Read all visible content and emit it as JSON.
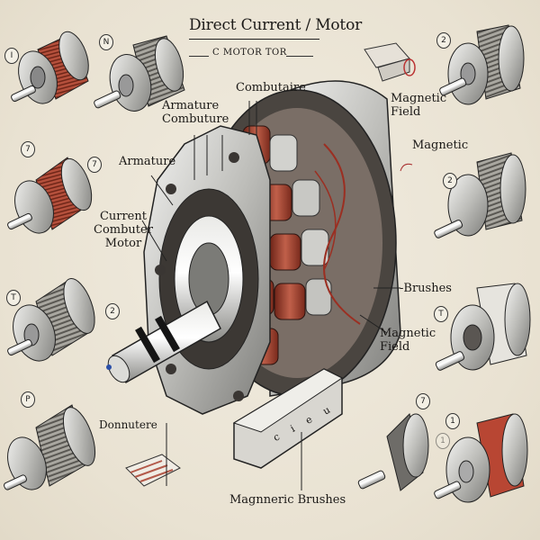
{
  "diagram": {
    "title": "Direct Current / Motor",
    "subtitle": "C MOTOR  TOR",
    "labels": {
      "armature_combuture": [
        "Armature",
        "Combuture"
      ],
      "combutaire": "Combutaire",
      "armature_left": "Armature",
      "current_combuter_motor": [
        "Current",
        "Combuter",
        "Motor"
      ],
      "magnetic_field_top": [
        "Magnetic",
        "Field"
      ],
      "magnetic": "Magnetic",
      "brushes": "-Brushes",
      "magnetic_field_right": [
        "Magnetic",
        "Field"
      ],
      "donnutere": "Donnutere",
      "magnneric_brushes": "Magnneric  Brushes"
    },
    "base_plate_text": "c i e u",
    "badges": [
      "I",
      "N",
      "7",
      "7",
      "T",
      "2",
      "P",
      "2",
      "2",
      "T",
      "7",
      "1",
      "1"
    ],
    "colors": {
      "background": "#ece6d8",
      "copper": "#a8402e",
      "steel": "#c9c9c6",
      "ink": "#1c1a18"
    }
  }
}
